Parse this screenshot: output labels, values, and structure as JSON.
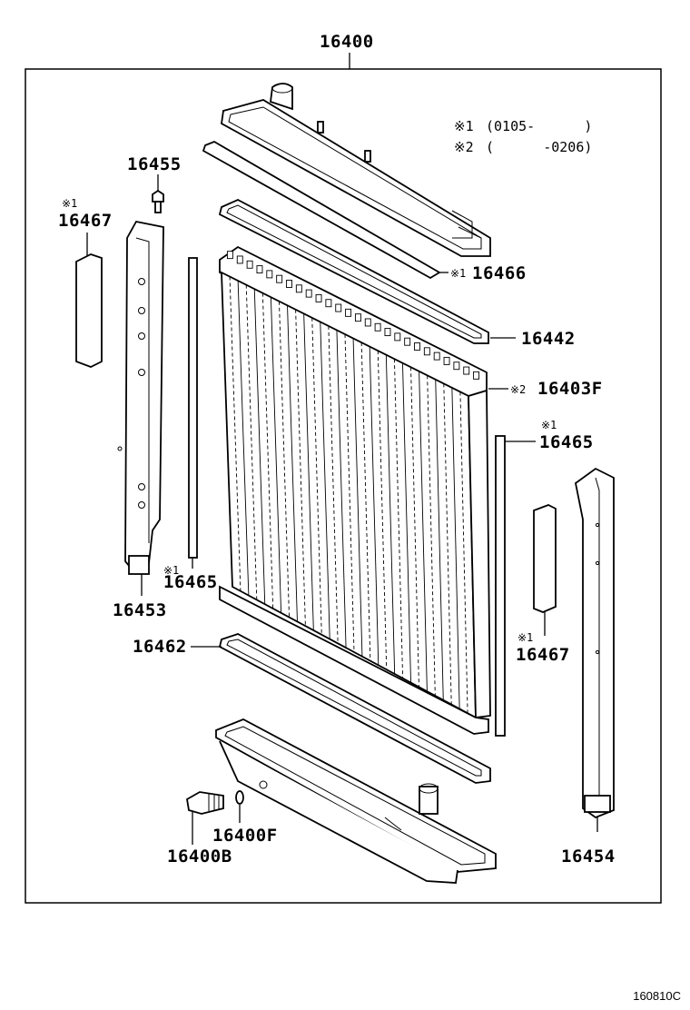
{
  "assembly_number": "16400",
  "notes": {
    "note1_mark": "※1",
    "note1_text": "(0105-      )",
    "note2_mark": "※2",
    "note2_text": "(      -0206)"
  },
  "parts": {
    "p16455": "16455",
    "p16467_left_mark": "※1",
    "p16467_left": "16467",
    "p16466_mark": "※1",
    "p16466": "16466",
    "p16442": "16442",
    "p16403F_mark": "※2",
    "p16403F": "16403F",
    "p16465_right_mark": "※1",
    "p16465_right": "16465",
    "p16465_left_mark": "※1",
    "p16465_left": "16465",
    "p16453": "16453",
    "p16462": "16462",
    "p16467_right_mark": "※1",
    "p16467_right": "16467",
    "p16400F": "16400F",
    "p16400B": "16400B",
    "p16454": "16454"
  },
  "figure_code": "160810C"
}
